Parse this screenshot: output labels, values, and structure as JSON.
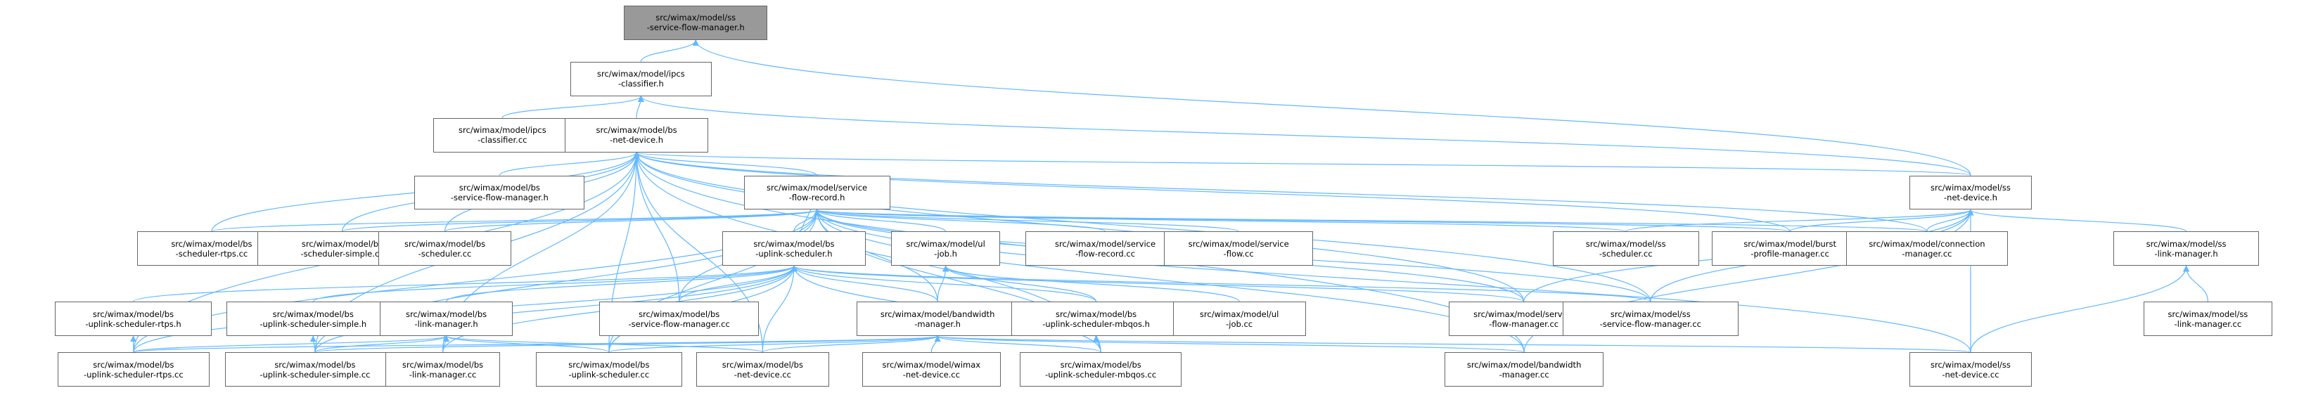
{
  "colors": {
    "edge": "#63b8ff",
    "node_border": "#666666",
    "root_fill": "#999999",
    "node_fill": "#ffffff",
    "text": "#000000"
  },
  "nodes": [
    {
      "id": "root",
      "lines": [
        "src/wimax/model/ss",
        "-service-flow-manager.h"
      ],
      "root": true
    },
    {
      "id": "ipcs_h",
      "lines": [
        "src/wimax/model/ipcs",
        "-classifier.h"
      ]
    },
    {
      "id": "ipcs_cc",
      "lines": [
        "src/wimax/model/ipcs",
        "-classifier.cc"
      ]
    },
    {
      "id": "bs_netdev_h",
      "lines": [
        "src/wimax/model/bs",
        "-net-device.h"
      ]
    },
    {
      "id": "bs_sfm_h",
      "lines": [
        "src/wimax/model/bs",
        "-service-flow-manager.h"
      ]
    },
    {
      "id": "sfr_h",
      "lines": [
        "src/wimax/model/service",
        "-flow-record.h"
      ]
    },
    {
      "id": "ss_netdev_h",
      "lines": [
        "src/wimax/model/ss",
        "-net-device.h"
      ]
    },
    {
      "id": "bs_sched_rtps_cc",
      "lines": [
        "src/wimax/model/bs",
        "-scheduler-rtps.cc"
      ]
    },
    {
      "id": "bs_sched_simple_cc",
      "lines": [
        "src/wimax/model/bs",
        "-scheduler-simple.cc"
      ]
    },
    {
      "id": "bs_sched_cc",
      "lines": [
        "src/wimax/model/bs",
        "-scheduler.cc"
      ]
    },
    {
      "id": "bs_uls_h",
      "lines": [
        "src/wimax/model/bs",
        "-uplink-scheduler.h"
      ]
    },
    {
      "id": "ul_job_h",
      "lines": [
        "src/wimax/model/ul",
        "-job.h"
      ]
    },
    {
      "id": "sfr_cc",
      "lines": [
        "src/wimax/model/service",
        "-flow-record.cc"
      ]
    },
    {
      "id": "sf_cc",
      "lines": [
        "src/wimax/model/service",
        "-flow.cc"
      ]
    },
    {
      "id": "ss_sched_cc",
      "lines": [
        "src/wimax/model/ss",
        "-scheduler.cc"
      ]
    },
    {
      "id": "bpm_cc",
      "lines": [
        "src/wimax/model/burst",
        "-profile-manager.cc"
      ]
    },
    {
      "id": "conn_mgr_cc",
      "lines": [
        "src/wimax/model/connection",
        "-manager.cc"
      ]
    },
    {
      "id": "ss_lm_h",
      "lines": [
        "src/wimax/model/ss",
        "-link-manager.h"
      ]
    },
    {
      "id": "bs_uls_rtps_h",
      "lines": [
        "src/wimax/model/bs",
        "-uplink-scheduler-rtps.h"
      ]
    },
    {
      "id": "bs_uls_simple_h",
      "lines": [
        "src/wimax/model/bs",
        "-uplink-scheduler-simple.h"
      ]
    },
    {
      "id": "bs_lm_h",
      "lines": [
        "src/wimax/model/bs",
        "-link-manager.h"
      ]
    },
    {
      "id": "bs_sfm_cc",
      "lines": [
        "src/wimax/model/bs",
        "-service-flow-manager.cc"
      ]
    },
    {
      "id": "bw_mgr_h",
      "lines": [
        "src/wimax/model/bandwidth",
        "-manager.h"
      ]
    },
    {
      "id": "bs_uls_mbqos_h",
      "lines": [
        "src/wimax/model/bs",
        "-uplink-scheduler-mbqos.h"
      ]
    },
    {
      "id": "ul_job_cc",
      "lines": [
        "src/wimax/model/ul",
        "-job.cc"
      ]
    },
    {
      "id": "sfm_cc",
      "lines": [
        "src/wimax/model/service",
        "-flow-manager.cc"
      ]
    },
    {
      "id": "ss_sfm_cc",
      "lines": [
        "src/wimax/model/ss",
        "-service-flow-manager.cc"
      ]
    },
    {
      "id": "ss_lm_cc",
      "lines": [
        "src/wimax/model/ss",
        "-link-manager.cc"
      ]
    },
    {
      "id": "bs_uls_rtps_cc",
      "lines": [
        "src/wimax/model/bs",
        "-uplink-scheduler-rtps.cc"
      ]
    },
    {
      "id": "bs_uls_simple_cc",
      "lines": [
        "src/wimax/model/bs",
        "-uplink-scheduler-simple.cc"
      ]
    },
    {
      "id": "bs_lm_cc",
      "lines": [
        "src/wimax/model/bs",
        "-link-manager.cc"
      ]
    },
    {
      "id": "bs_uls_cc",
      "lines": [
        "src/wimax/model/bs",
        "-uplink-scheduler.cc"
      ]
    },
    {
      "id": "bs_netdev_cc",
      "lines": [
        "src/wimax/model/bs",
        "-net-device.cc"
      ]
    },
    {
      "id": "wimax_netdev_cc",
      "lines": [
        "src/wimax/model/wimax",
        "-net-device.cc"
      ]
    },
    {
      "id": "bs_uls_mbqos_cc",
      "lines": [
        "src/wimax/model/bs",
        "-uplink-scheduler-mbqos.cc"
      ]
    },
    {
      "id": "bw_mgr_cc",
      "lines": [
        "src/wimax/model/bandwidth",
        "-manager.cc"
      ]
    },
    {
      "id": "ss_netdev_cc",
      "lines": [
        "src/wimax/model/ss",
        "-net-device.cc"
      ]
    }
  ],
  "edges": [
    [
      "root",
      "ipcs_h"
    ],
    [
      "root",
      "ss_netdev_h"
    ],
    [
      "ipcs_h",
      "ipcs_cc"
    ],
    [
      "ipcs_h",
      "bs_netdev_h"
    ],
    [
      "ipcs_h",
      "ss_netdev_h"
    ],
    [
      "bs_netdev_h",
      "bs_sfm_h"
    ],
    [
      "bs_netdev_h",
      "sfr_h"
    ],
    [
      "bs_netdev_h",
      "ss_netdev_h"
    ],
    [
      "bs_netdev_h",
      "bs_sched_rtps_cc"
    ],
    [
      "bs_netdev_h",
      "bs_sched_simple_cc"
    ],
    [
      "bs_netdev_h",
      "bs_sched_cc"
    ],
    [
      "bs_netdev_h",
      "bs_uls_rtps_cc"
    ],
    [
      "bs_netdev_h",
      "bs_uls_simple_cc"
    ],
    [
      "bs_netdev_h",
      "bs_uls_cc"
    ],
    [
      "bs_netdev_h",
      "bs_netdev_cc"
    ],
    [
      "bs_netdev_h",
      "bs_sfm_cc"
    ],
    [
      "bs_netdev_h",
      "bs_lm_cc"
    ],
    [
      "bs_netdev_h",
      "bs_uls_mbqos_cc"
    ],
    [
      "bs_netdev_h",
      "bpm_cc"
    ],
    [
      "bs_netdev_h",
      "conn_mgr_cc"
    ],
    [
      "bs_netdev_h",
      "sfm_cc"
    ],
    [
      "bs_netdev_h",
      "ss_sfm_cc"
    ],
    [
      "bs_netdev_h",
      "bw_mgr_cc"
    ],
    [
      "sfr_h",
      "bs_sched_rtps_cc"
    ],
    [
      "sfr_h",
      "bs_sched_simple_cc"
    ],
    [
      "sfr_h",
      "bs_sched_cc"
    ],
    [
      "sfr_h",
      "bs_uls_h"
    ],
    [
      "sfr_h",
      "ul_job_h"
    ],
    [
      "sfr_h",
      "sfr_cc"
    ],
    [
      "sfr_h",
      "sf_cc"
    ],
    [
      "sfr_h",
      "ss_sched_cc"
    ],
    [
      "sfr_h",
      "bpm_cc"
    ],
    [
      "sfr_h",
      "conn_mgr_cc"
    ],
    [
      "sfr_h",
      "sfm_cc"
    ],
    [
      "sfr_h",
      "ss_sfm_cc"
    ],
    [
      "sfr_h",
      "bs_sfm_cc"
    ],
    [
      "sfr_h",
      "bw_mgr_h"
    ],
    [
      "sfr_h",
      "bs_uls_cc"
    ],
    [
      "sfr_h",
      "bs_uls_simple_cc"
    ],
    [
      "sfr_h",
      "bs_uls_rtps_cc"
    ],
    [
      "sfr_h",
      "ss_netdev_cc"
    ],
    [
      "sfr_h",
      "bs_uls_mbqos_cc"
    ],
    [
      "sfr_h",
      "bw_mgr_cc"
    ],
    [
      "bs_uls_h",
      "bs_uls_rtps_h"
    ],
    [
      "bs_uls_h",
      "bs_uls_simple_h"
    ],
    [
      "bs_uls_h",
      "bs_lm_h"
    ],
    [
      "bs_uls_h",
      "bs_sfm_cc"
    ],
    [
      "bs_uls_h",
      "bs_uls_mbqos_h"
    ],
    [
      "bs_uls_h",
      "bw_mgr_h"
    ],
    [
      "bs_uls_h",
      "sfm_cc"
    ],
    [
      "bs_uls_h",
      "ss_sfm_cc"
    ],
    [
      "bs_uls_h",
      "bs_uls_cc"
    ],
    [
      "bs_uls_h",
      "bs_netdev_cc"
    ],
    [
      "bs_uls_h",
      "bs_uls_simple_cc"
    ],
    [
      "bs_uls_h",
      "bs_uls_rtps_cc"
    ],
    [
      "bs_uls_h",
      "bs_lm_cc"
    ],
    [
      "bs_uls_h",
      "bs_uls_mbqos_cc"
    ],
    [
      "bs_uls_h",
      "sfr_h"
    ],
    [
      "ul_job_h",
      "bw_mgr_h"
    ],
    [
      "ul_job_h",
      "ul_job_cc"
    ],
    [
      "ul_job_h",
      "bs_uls_mbqos_h"
    ],
    [
      "ss_netdev_h",
      "ss_sched_cc"
    ],
    [
      "ss_netdev_h",
      "bpm_cc"
    ],
    [
      "ss_netdev_h",
      "conn_mgr_cc"
    ],
    [
      "ss_netdev_h",
      "ss_lm_h"
    ],
    [
      "ss_netdev_h",
      "sfm_cc"
    ],
    [
      "ss_netdev_h",
      "ss_sfm_cc"
    ],
    [
      "ss_netdev_h",
      "bw_mgr_cc"
    ],
    [
      "ss_netdev_h",
      "ss_netdev_cc"
    ],
    [
      "ss_lm_h",
      "ss_lm_cc"
    ],
    [
      "ss_lm_h",
      "ss_netdev_cc"
    ],
    [
      "bs_uls_rtps_h",
      "bs_uls_rtps_cc"
    ],
    [
      "bs_uls_simple_h",
      "bs_uls_simple_cc"
    ],
    [
      "bs_lm_h",
      "bs_lm_cc"
    ],
    [
      "bs_lm_h",
      "bs_uls_cc"
    ],
    [
      "bs_lm_h",
      "bs_netdev_cc"
    ],
    [
      "bs_lm_h",
      "bs_uls_simple_cc"
    ],
    [
      "bs_lm_h",
      "bs_uls_rtps_cc"
    ],
    [
      "bw_mgr_h",
      "wimax_netdev_cc"
    ],
    [
      "bw_mgr_h",
      "bs_uls_mbqos_cc"
    ],
    [
      "bw_mgr_h",
      "bw_mgr_cc"
    ],
    [
      "bw_mgr_h",
      "ss_netdev_cc"
    ],
    [
      "bw_mgr_h",
      "bs_netdev_cc"
    ],
    [
      "bw_mgr_h",
      "bs_uls_cc"
    ],
    [
      "bw_mgr_h",
      "bs_uls_simple_cc"
    ],
    [
      "bw_mgr_h",
      "bs_uls_rtps_cc"
    ],
    [
      "bs_uls_mbqos_h",
      "bs_uls_mbqos_cc"
    ]
  ]
}
